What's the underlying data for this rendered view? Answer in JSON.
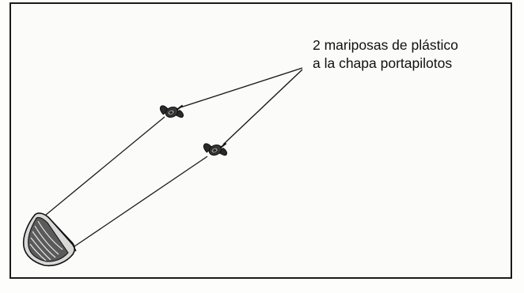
{
  "annotation": {
    "line1": "2 mariposas de plástico",
    "line2": "a la chapa portapilotos"
  },
  "icons": {
    "wing_nut_upper": "wing-nut",
    "wing_nut_lower": "wing-nut",
    "tail_lamp": "tail-lamp"
  },
  "colors": {
    "ink": "#1a1a1a",
    "paper": "#fbfbfa"
  }
}
